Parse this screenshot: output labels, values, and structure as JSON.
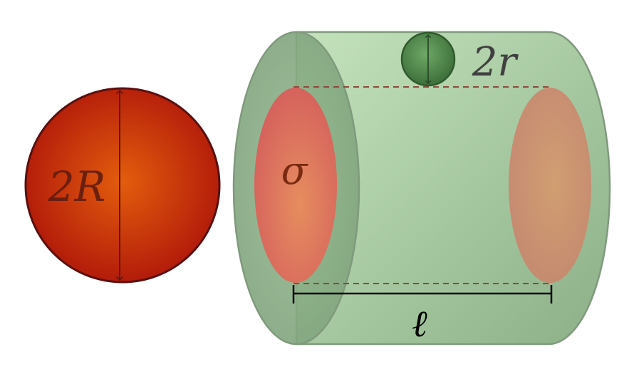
{
  "labels": {
    "sphere_diameter": "2R",
    "small_sphere_diameter": "2r",
    "cross_section": "σ",
    "length": "ℓ"
  },
  "colors": {
    "sphere_center": "#e05a0a",
    "sphere_edge": "#b01a0a",
    "sphere_outline": "#5a1010",
    "cylinder_fill": "#a9cfa3",
    "cylinder_edge": "#7f9a7c",
    "disc_fill": "#e27b6c",
    "small_sphere": "#4f8a4c",
    "dashed_line": "#8a4a3a",
    "label_dark_red": "#5a1a10",
    "label_gray": "#404040",
    "ruler": "#000000"
  }
}
